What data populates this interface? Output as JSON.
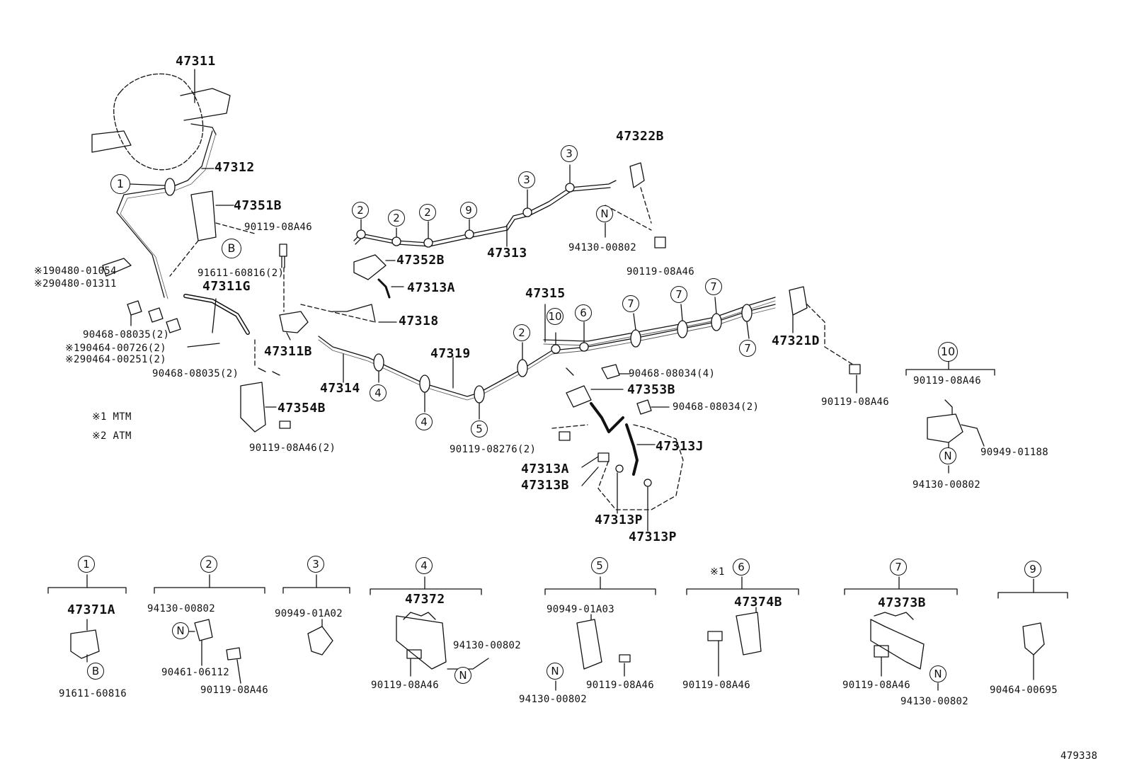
{
  "part_labels": {
    "p47311": "47311",
    "p47312": "47312",
    "p47351B": "47351B",
    "p90119_08A46_a": "90119-08A46",
    "p91611_60816_2": "91611-60816(2)",
    "p47311G": "47311G",
    "p90480_01054": "※190480-01054",
    "p90480_01311": "※290480-01311",
    "p90468_08035_a": "90468-08035(2)",
    "p90464_00726": "※190464-00726(2)",
    "p90464_00251": "※290464-00251(2)",
    "p90468_08035_b": "90468-08035(2)",
    "p47311B": "47311B",
    "p47354B": "47354B",
    "p90119_08A46_2": "90119-08A46(2)",
    "note_mt": "※1 MTM",
    "note_at": "※2 ATM",
    "p47352B": "47352B",
    "p47313A_top": "47313A",
    "p47318": "47318",
    "p47313": "47313",
    "p47322B": "47322B",
    "p94130_00802_a": "94130-00802",
    "p90119_08A46_b": "90119-08A46",
    "p47315": "47315",
    "p47314": "47314",
    "p47319": "47319",
    "p90119_08276": "90119-08276(2)",
    "p90468_08034_4": "90468-08034(4)",
    "p47353B": "47353B",
    "p90468_08034_2": "90468-08034(2)",
    "p47313J": "47313J",
    "p47313A_bot": "47313A",
    "p47313B": "47313B",
    "p47313P_a": "47313P",
    "p47313P_b": "47313P",
    "p47321D": "47321D",
    "p90119_08A46_c": "90119-08A46",
    "g10_90119": "90119-08A46",
    "g10_90949": "90949-01188",
    "g10_94130": "94130-00802",
    "g1_47371A": "47371A",
    "g1_91611": "91611-60816",
    "g2_94130": "94130-00802",
    "g2_90461": "90461-06112",
    "g2_90119": "90119-08A46",
    "g3_90949": "90949-01A02",
    "g4_47372": "47372",
    "g4_94130": "94130-00802",
    "g4_90119": "90119-08A46",
    "g5_90949": "90949-01A03",
    "g5_94130": "94130-00802",
    "g5_90119": "90119-08A46",
    "g6_note": "※1",
    "g6_47374B": "47374B",
    "g6_90119": "90119-08A46",
    "g7_47373B": "47373B",
    "g7_90119": "90119-08A46",
    "g7_94130": "94130-00802",
    "g9_90464": "90464-00695",
    "diagram_id": "479338"
  },
  "callouts": {
    "c1": "1",
    "c2": "2",
    "c3": "3",
    "c4": "4",
    "c5": "5",
    "c6": "6",
    "c7": "7",
    "c9": "9",
    "c10": "10",
    "cN": "N",
    "cB": "B"
  }
}
